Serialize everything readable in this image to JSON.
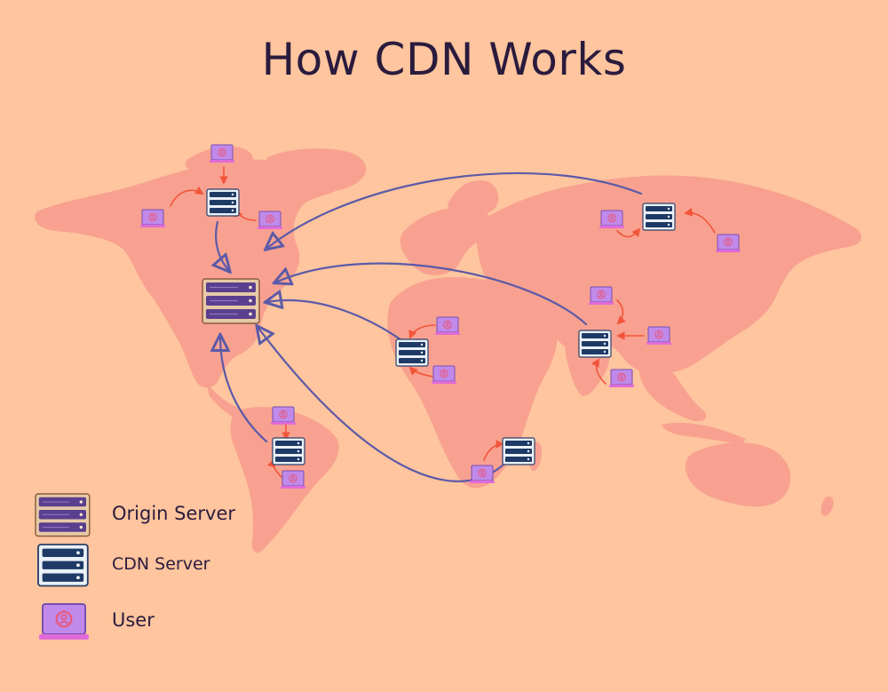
{
  "title": "How CDN Works",
  "colors": {
    "background": "#FEC59E",
    "land": "#F8A190",
    "origin_server_body": "#E7C9A6",
    "origin_server_slot": "#5A3F8E",
    "cdn_server_body": "#EAF1F7",
    "cdn_server_slot": "#1F3A66",
    "user_laptop": "#C08AEA",
    "user_laptop_base": "#E06BD8",
    "main_arrow": "#5C5AA8",
    "local_arrow": "#F2553A"
  },
  "legend": {
    "items": [
      {
        "icon": "origin-server-icon",
        "label": "Origin Server"
      },
      {
        "icon": "cdn-server-icon",
        "label": "CDN Server"
      },
      {
        "icon": "user-laptop-icon",
        "label": "User"
      }
    ]
  }
}
